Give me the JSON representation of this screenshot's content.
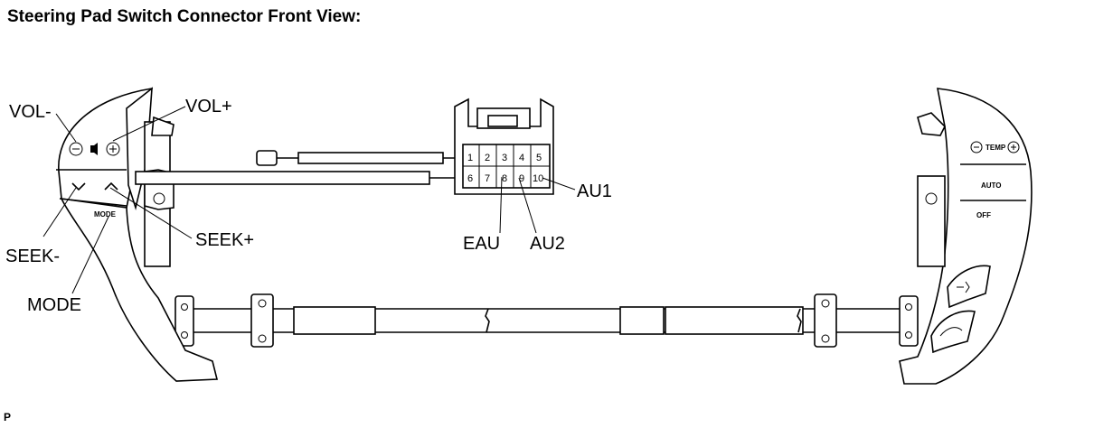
{
  "title": "Steering Pad Switch Connector Front View:",
  "footer": "P",
  "callouts": {
    "vol_minus": "VOL-",
    "vol_plus": "VOL+",
    "seek_minus": "SEEK-",
    "seek_plus": "SEEK+",
    "mode": "MODE",
    "eau": "EAU",
    "au2": "AU2",
    "au1": "AU1"
  },
  "connector_pins": {
    "top_row": [
      "1",
      "2",
      "3",
      "4",
      "5"
    ],
    "bottom_row": [
      "6",
      "7",
      "8",
      "9",
      "10"
    ]
  },
  "left_switch_labels": {
    "mode_button": "MODE"
  },
  "right_switch_labels": {
    "temp": "TEMP",
    "auto": "AUTO",
    "off": "OFF"
  }
}
